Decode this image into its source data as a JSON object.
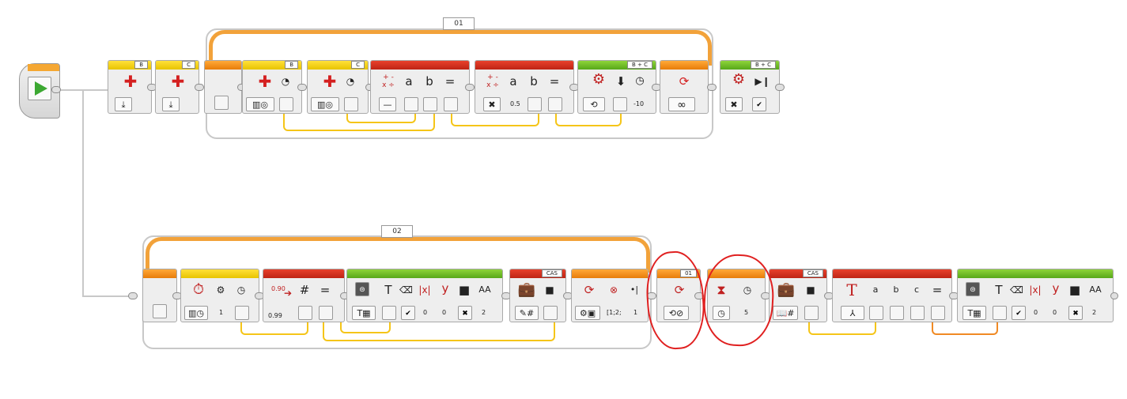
{
  "loops": {
    "loop1": {
      "label": "01"
    },
    "loop2": {
      "label": "02"
    }
  },
  "start_block": {
    "icon": "play-icon"
  },
  "row1": {
    "motor_b": {
      "port": "B",
      "icon": "medium-motor-icon",
      "mode": "⤓"
    },
    "motor_c": {
      "port": "C",
      "icon": "medium-motor-icon",
      "mode": "⤓"
    },
    "rotation_b": {
      "port": "B",
      "icon": "rotation-sensor-icon"
    },
    "rotation_c": {
      "port": "C",
      "icon": "rotation-sensor-icon"
    },
    "math_subtract": {
      "a": "a",
      "b": "b",
      "eq": "=",
      "ops": "+ -\nx ÷",
      "mode": "—"
    },
    "math_multiply": {
      "a": "a",
      "b": "b",
      "eq": "=",
      "ops": "+ -\nx ÷",
      "mode": "✖",
      "value": "0.5"
    },
    "steering": {
      "port": "B + C",
      "icon": "steering-motor-icon",
      "value": "-10"
    },
    "loop_end": {
      "mode": "∞"
    },
    "stop": {
      "port": "B + C",
      "icon": "tank-motor-icon",
      "mode": "✖"
    }
  },
  "row2": {
    "timer": {
      "icon": "timer-icon",
      "value": "1"
    },
    "random_compare": {
      "label_top": "0.90",
      "label_bottom": "0.99",
      "hash": "#",
      "eq": "="
    },
    "display1": {
      "t": "T",
      "value_y": "y",
      "values": [
        "0",
        "0",
        "2"
      ]
    },
    "variable_cas": {
      "name": "CAS"
    },
    "loop_interrupt_read": {
      "value": "[1;2;",
      "value2": "1"
    },
    "loop_interrupt": {
      "label": "01"
    },
    "wait": {
      "value": "5"
    },
    "variable_cas2": {
      "name": "CAS"
    },
    "text_merge": {
      "t": "T",
      "a": "a",
      "b": "b",
      "c": "c",
      "eq": "="
    },
    "display2": {
      "t": "T",
      "value_y": "y",
      "values": [
        "0",
        "0",
        "2"
      ]
    }
  }
}
